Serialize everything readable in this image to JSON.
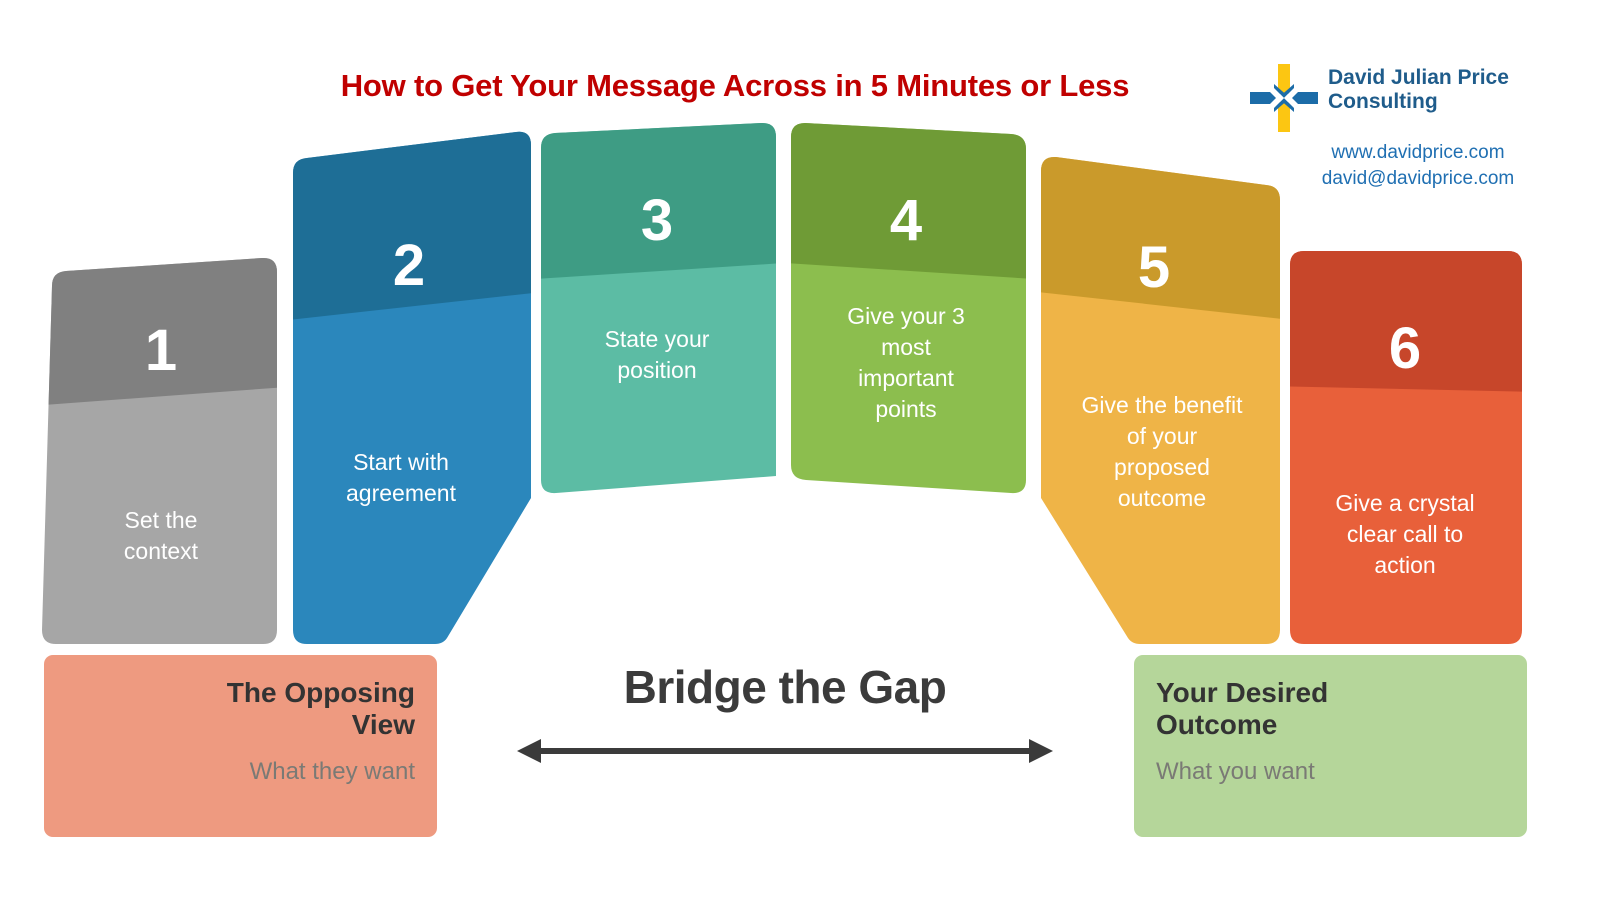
{
  "title": "How to Get Your Message Across in 5 Minutes or Less",
  "brand": {
    "icon": "four-arrows-converging-icon",
    "name_line1": "David Julian Price",
    "name_line2": "Consulting",
    "website": "www.davidprice.com",
    "email": "david@davidprice.com",
    "colors": {
      "arrow_blue": "#1C6CA8",
      "arrow_yellow": "#FCC612",
      "text_blue": "#1F5C8B",
      "link_blue": "#1F6FB2"
    }
  },
  "colors": {
    "title_red": "#C00000",
    "panel_left_bg": "#EE9A80",
    "panel_right_bg": "#B5D69A",
    "panel_title_text": "#333333",
    "panel_sub_text": "#7a7a75",
    "bridge_text": "#3b3b3b"
  },
  "steps": [
    {
      "number": "1",
      "caption_lines": [
        "Set the",
        "context"
      ],
      "color_top": "#808080",
      "color_bottom": "#A6A6A6"
    },
    {
      "number": "2",
      "caption_lines": [
        "Start with",
        "agreement"
      ],
      "color_top": "#1E6E96",
      "color_bottom": "#2B87BC"
    },
    {
      "number": "3",
      "caption_lines": [
        "State your",
        "position"
      ],
      "color_top": "#3E9C84",
      "color_bottom": "#5CBCA4"
    },
    {
      "number": "4",
      "caption_lines": [
        "Give your 3",
        "most",
        "important",
        "points"
      ],
      "color_top": "#6F9B36",
      "color_bottom": "#8CBE4E"
    },
    {
      "number": "5",
      "caption_lines": [
        "Give the benefit",
        "of your",
        "proposed",
        "outcome"
      ],
      "color_top": "#CA9A2B",
      "color_bottom": "#EFB447"
    },
    {
      "number": "6",
      "caption_lines": [
        "Give a crystal",
        "clear call to",
        "action"
      ],
      "color_top": "#C7462A",
      "color_bottom": "#E8603A"
    }
  ],
  "bridge": {
    "label": "Bridge the Gap",
    "arrow": "double-headed-horizontal-arrow"
  },
  "panels": {
    "left": {
      "title_lines": [
        "The Opposing",
        "View"
      ],
      "subtitle": "What they want"
    },
    "right": {
      "title_lines": [
        "Your Desired",
        "Outcome"
      ],
      "subtitle": "What you want"
    }
  }
}
